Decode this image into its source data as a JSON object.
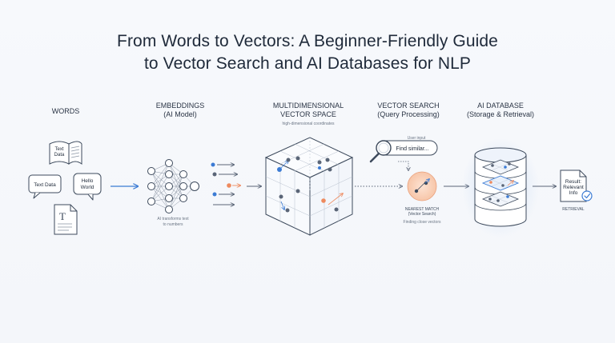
{
  "title": {
    "line1": "From Words to Vectors: A Beginner-Friendly Guide",
    "line2": "to Vector Search and AI Databases for NLP"
  },
  "stages": {
    "words": {
      "label": "WORDS"
    },
    "embeddings": {
      "label_line1": "EMBEDDINGS",
      "label_line2": "(AI Model)",
      "caption_line1": "AI transforms text",
      "caption_line2": "to numbers"
    },
    "space": {
      "label_line1": "MULTIDIMENSIONAL",
      "label_line2": "VECTOR SPACE",
      "caption": "high-dimensional coordinates"
    },
    "search": {
      "label_line1": "VECTOR SEARCH",
      "label_line2": "(Query Processing)",
      "user_input": "User input",
      "query": "Find similar...",
      "match_line1": "NEAREST MATCH",
      "match_line2": "(Vector Search)",
      "match_caption": "Finding close vectors"
    },
    "database": {
      "label_line1": "AI DATABASE",
      "label_line2": "(Storage & Retrieval)"
    },
    "result": {
      "line1": "Result:",
      "line2": "Relevant",
      "line3": "Info",
      "caption": "RETRIEVAL"
    }
  },
  "word_items": {
    "book": {
      "line1": "Text",
      "line2": "Data"
    },
    "bubble_left": "Text Data",
    "bubble_right_line1": "Hello",
    "bubble_right_line2": "World",
    "doc_letter": "T"
  },
  "colors": {
    "accent": "#3b7bd4",
    "highlight": "#ee8a5e",
    "outline": "#3d4a5c"
  }
}
